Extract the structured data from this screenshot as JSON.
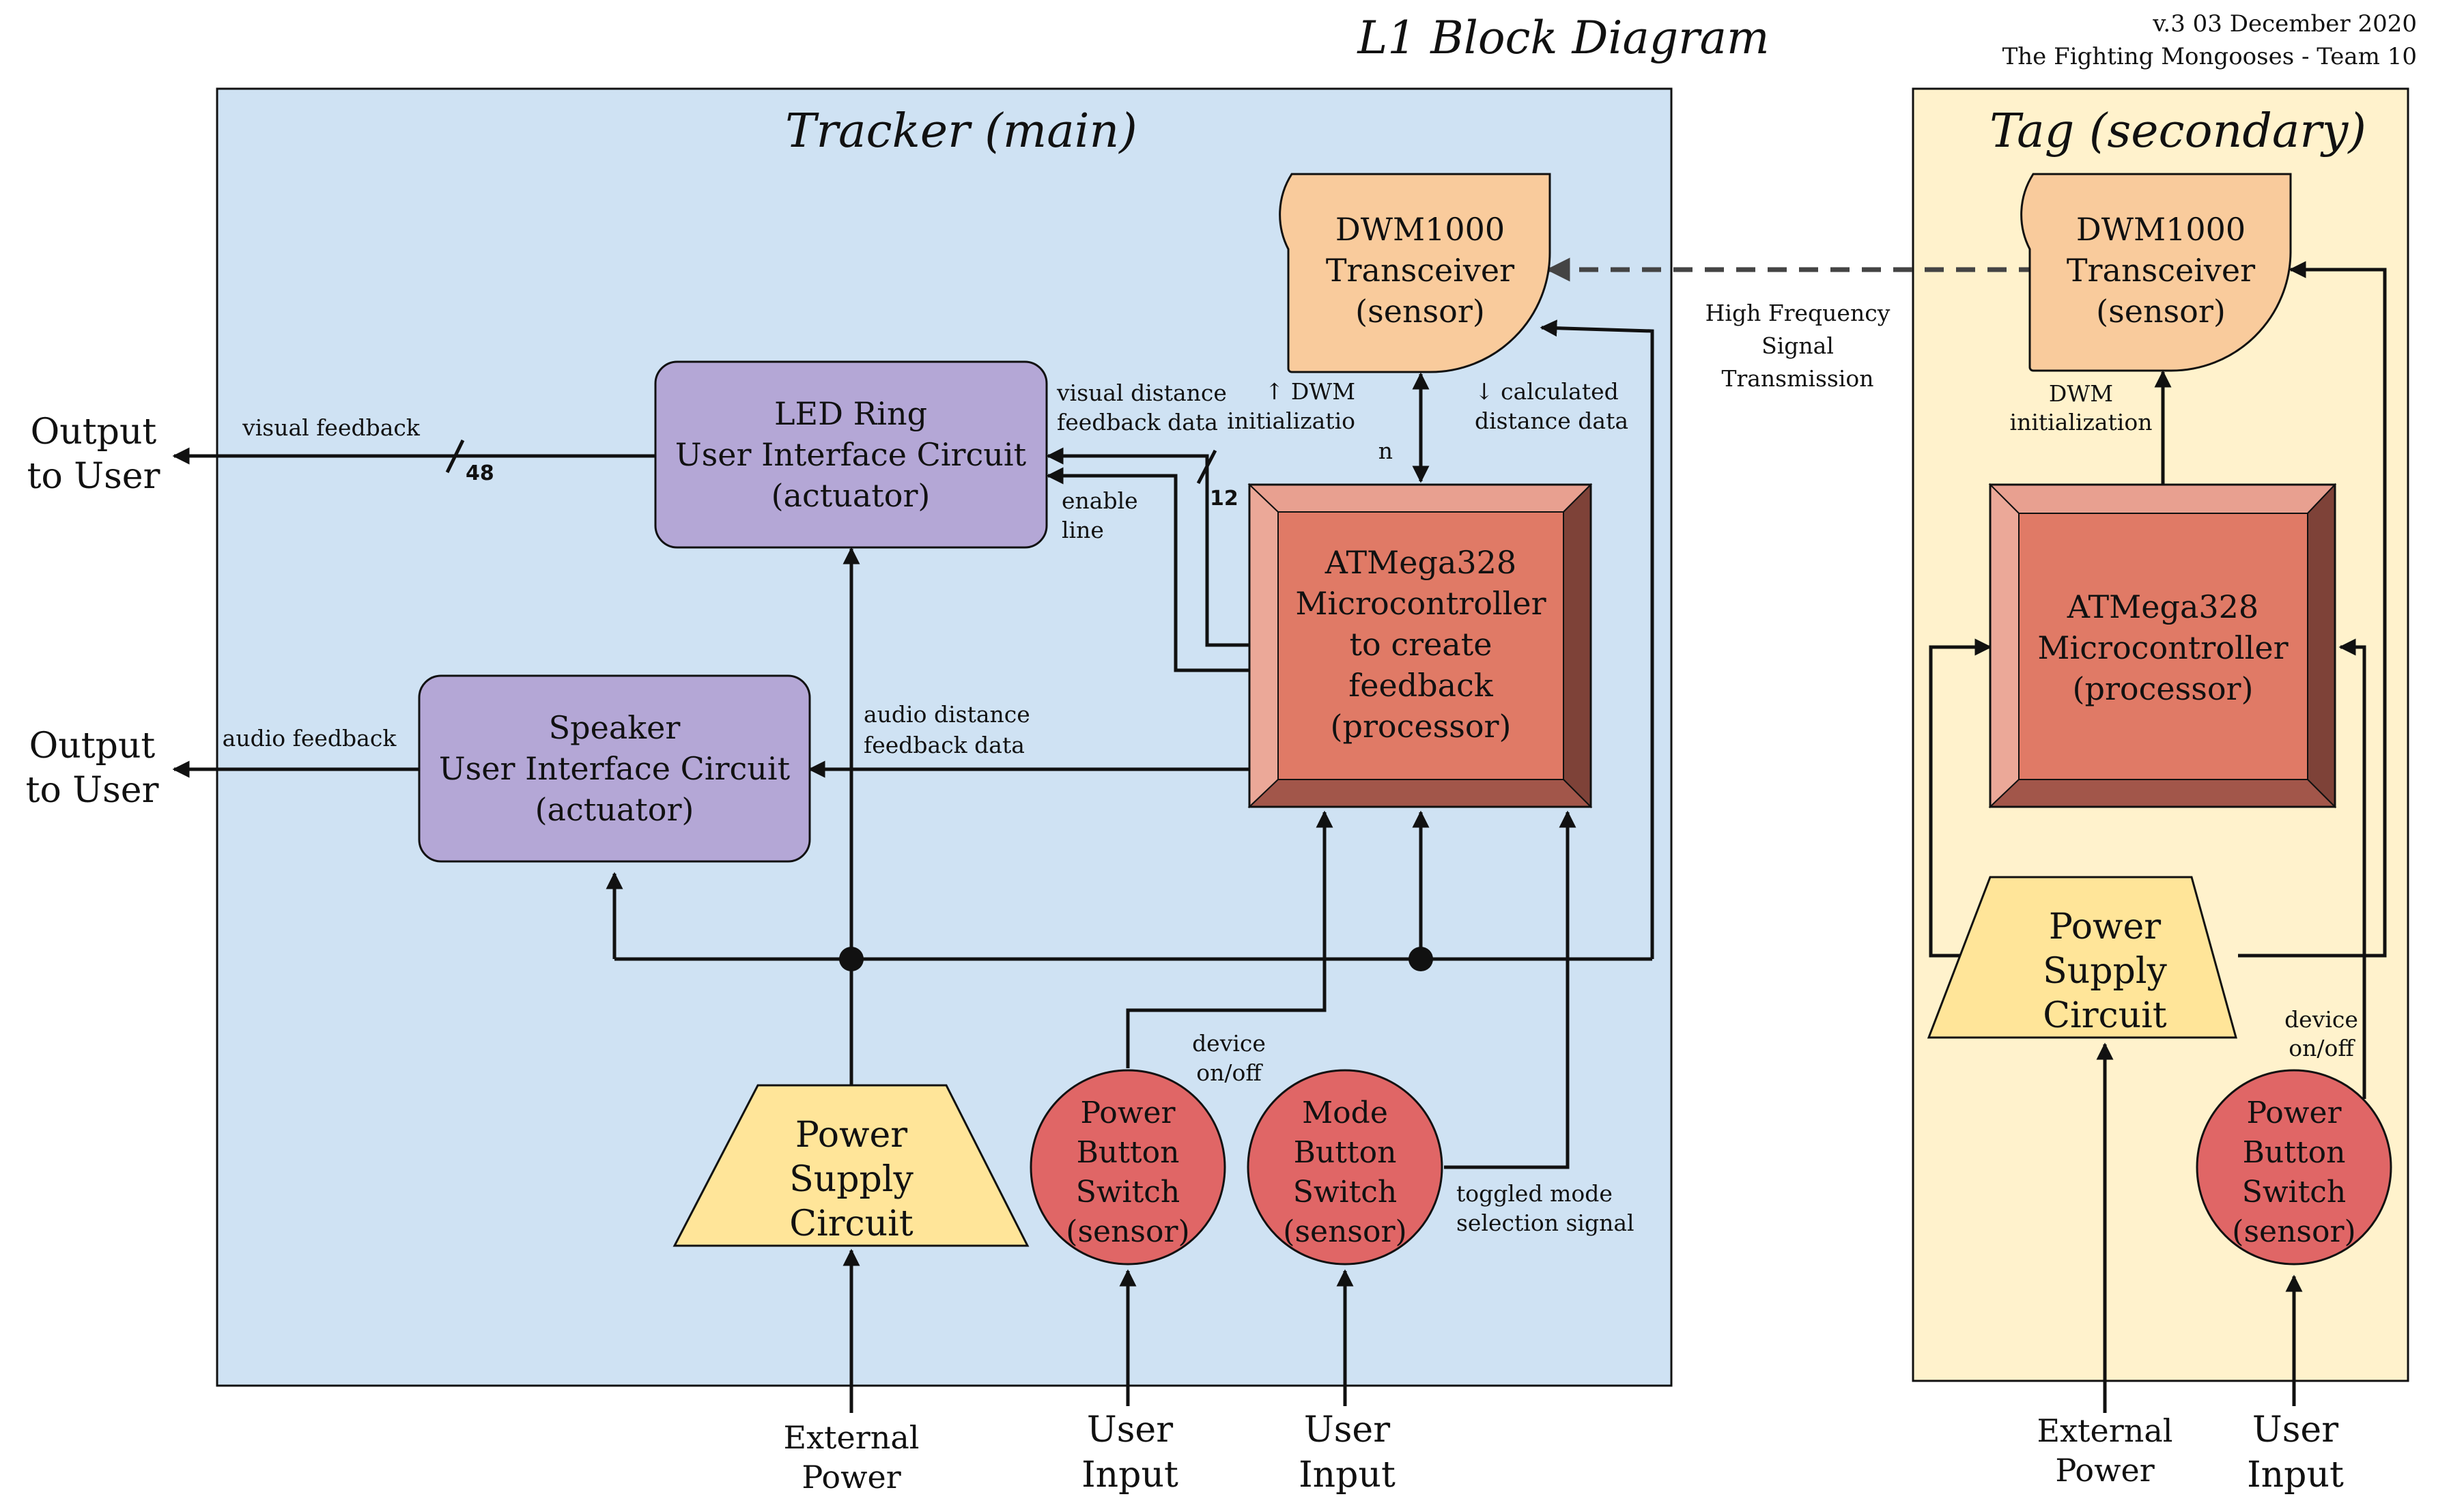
{
  "title": "L1 Block Diagram",
  "version": "v.3 03 December 2020",
  "team": "The Fighting Mongooses - Team 10",
  "colors": {
    "tracker_bg": "#cfe2f3",
    "tag_bg": "#fff2cc",
    "transceiver": "#f9cb9c",
    "ui_circuit": "#b4a7d6",
    "processor": "#e07a66",
    "power_supply": "#ffe599",
    "button": "#e06666"
  },
  "tracker": {
    "title": "Tracker (main)",
    "dwm": {
      "lines": [
        "DWM1000",
        "Transceiver",
        "(sensor)"
      ],
      "icon": "transceiver-shape"
    },
    "led": {
      "lines": [
        "LED Ring",
        "User Interface Circuit",
        "(actuator)"
      ]
    },
    "speaker": {
      "lines": [
        "Speaker",
        "User Interface Circuit",
        "(actuator)"
      ]
    },
    "mcu": {
      "lines": [
        "ATMega328",
        "Microcontroller",
        "to create",
        "feedback",
        "(processor)"
      ]
    },
    "power": {
      "lines": [
        "Power",
        "Supply",
        "Circuit"
      ]
    },
    "power_button": {
      "lines": [
        "Power",
        "Button",
        "Switch",
        "(sensor)"
      ]
    },
    "mode_button": {
      "lines": [
        "Mode",
        "Button",
        "Switch",
        "(sensor)"
      ]
    },
    "labels": {
      "visual_feedback": "visual feedback",
      "audio_feedback": "audio feedback",
      "bus48": "48",
      "bus12": "12",
      "visual_distance": [
        "visual distance",
        "feedback data"
      ],
      "enable_line": [
        "enable",
        "line"
      ],
      "audio_distance": [
        "audio distance",
        "feedback data"
      ],
      "dwm_init": [
        "↑ DWM",
        "initializatio",
        "n"
      ],
      "calc_distance": [
        "↓ calculated",
        "distance data"
      ],
      "device_onoff": [
        "device",
        "on/off"
      ],
      "toggled_mode": [
        "toggled mode",
        "selection signal"
      ]
    },
    "outputs": {
      "visual": [
        "Output",
        "to User"
      ],
      "audio": [
        "Output",
        "to User"
      ]
    },
    "inputs": {
      "external_power": [
        "External",
        "Power"
      ],
      "power_user_input": [
        "User",
        "Input"
      ],
      "mode_user_input": [
        "User",
        "Input"
      ]
    }
  },
  "link": {
    "lines": [
      "High Frequency",
      "Signal",
      "Transmission"
    ]
  },
  "tag": {
    "title": "Tag (secondary)",
    "dwm": {
      "lines": [
        "DWM1000",
        "Transceiver",
        "(sensor)"
      ]
    },
    "mcu": {
      "lines": [
        "ATMega328",
        "Microcontroller",
        "(processor)"
      ]
    },
    "power": {
      "lines": [
        "Power",
        "Supply",
        "Circuit"
      ]
    },
    "power_button": {
      "lines": [
        "Power",
        "Button",
        "Switch",
        "(sensor)"
      ]
    },
    "labels": {
      "dwm_init": [
        "DWM",
        "initialization"
      ],
      "device_onoff": [
        "device",
        "on/off"
      ]
    },
    "inputs": {
      "external_power": [
        "External",
        "Power"
      ],
      "user_input": [
        "User",
        "Input"
      ]
    }
  }
}
